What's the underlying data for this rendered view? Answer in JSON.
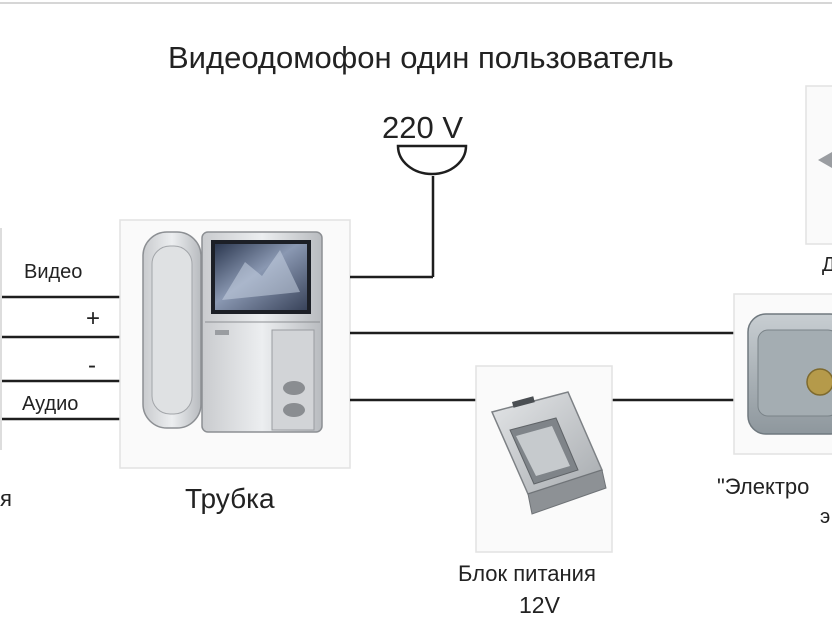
{
  "title": "Видеодомофон один пользователь",
  "mains": {
    "voltage_label": "220 V"
  },
  "wires": {
    "video_label": "Видео",
    "plus_label": "+",
    "minus_label": "-",
    "audio_label": "Аудио"
  },
  "left_cut_label": "я",
  "handset": {
    "label": "Трубка"
  },
  "power_supply": {
    "label_line1": "Блок питания",
    "label_line2": "12V"
  },
  "lock": {
    "label": "\"Электро"
  },
  "lock_cut_label": "э",
  "top_right_cut_label": "Д"
}
